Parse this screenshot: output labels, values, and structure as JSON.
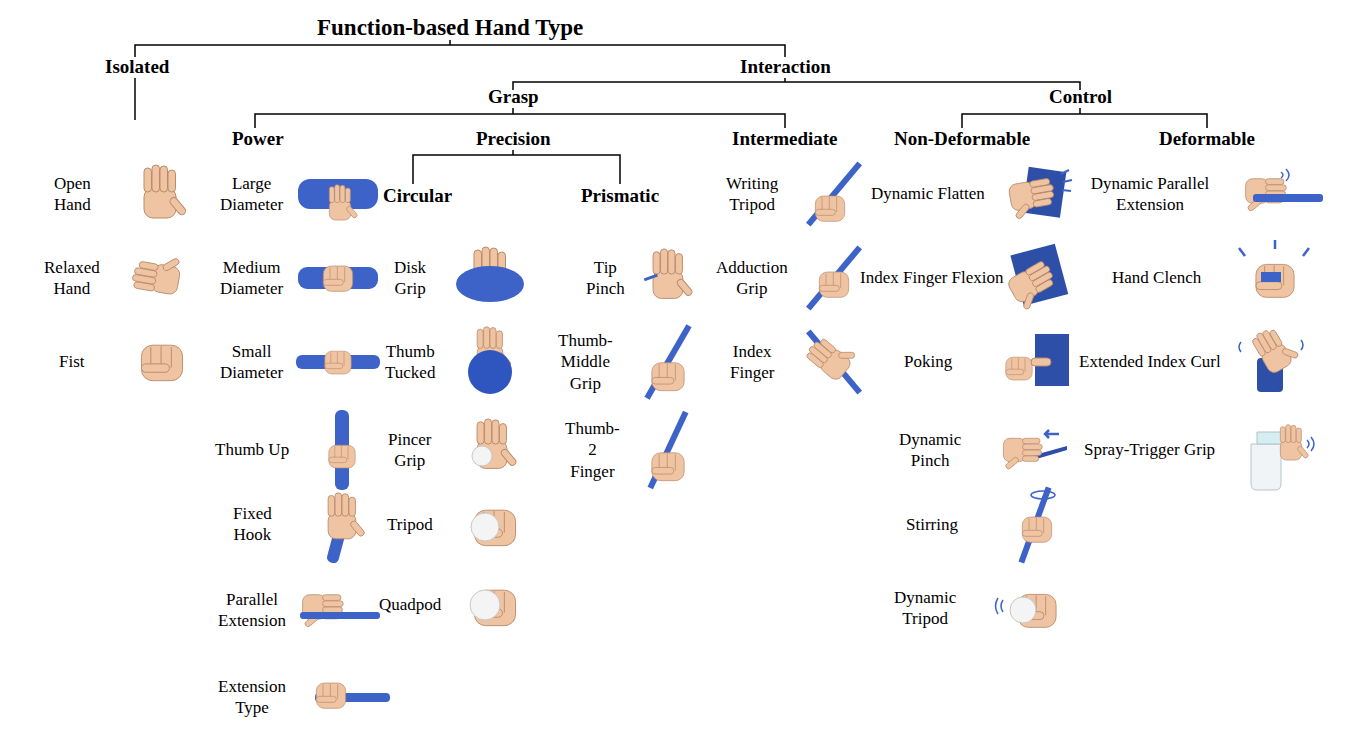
{
  "diagram": {
    "title": "Function-based Hand Type",
    "labels": [
      "Isolated",
      "Interaction",
      "Grasp",
      "Control",
      "Power",
      "Precision",
      "Intermediate",
      "Non-Deformable",
      "Deformable",
      "Circular",
      "Prismatic",
      "Open Hand",
      "Relaxed Hand",
      "Fist",
      "Large Diameter",
      "Medium Diameter",
      "Small Diameter",
      "Thumb Up",
      "Fixed Hook",
      "Parallel Extension",
      "Extension Type",
      "Disk Grip",
      "Thumb Tucked",
      "Pincer Grip",
      "Tripod",
      "Quadpod",
      "Tip Pinch",
      "Thumb-Middle Grip",
      "Thumb-2 Finger",
      "Writing Tripod",
      "Adduction Grip",
      "Index Finger",
      "Dynamic Flatten",
      "Index Finger Flexion",
      "Poking",
      "Dynamic Pinch",
      "Stirring",
      "Dynamic Tripod",
      "Dynamic Parallel Extension",
      "Hand Clench",
      "Extended Index Curl",
      "Spray-Trigger Grip"
    ]
  }
}
